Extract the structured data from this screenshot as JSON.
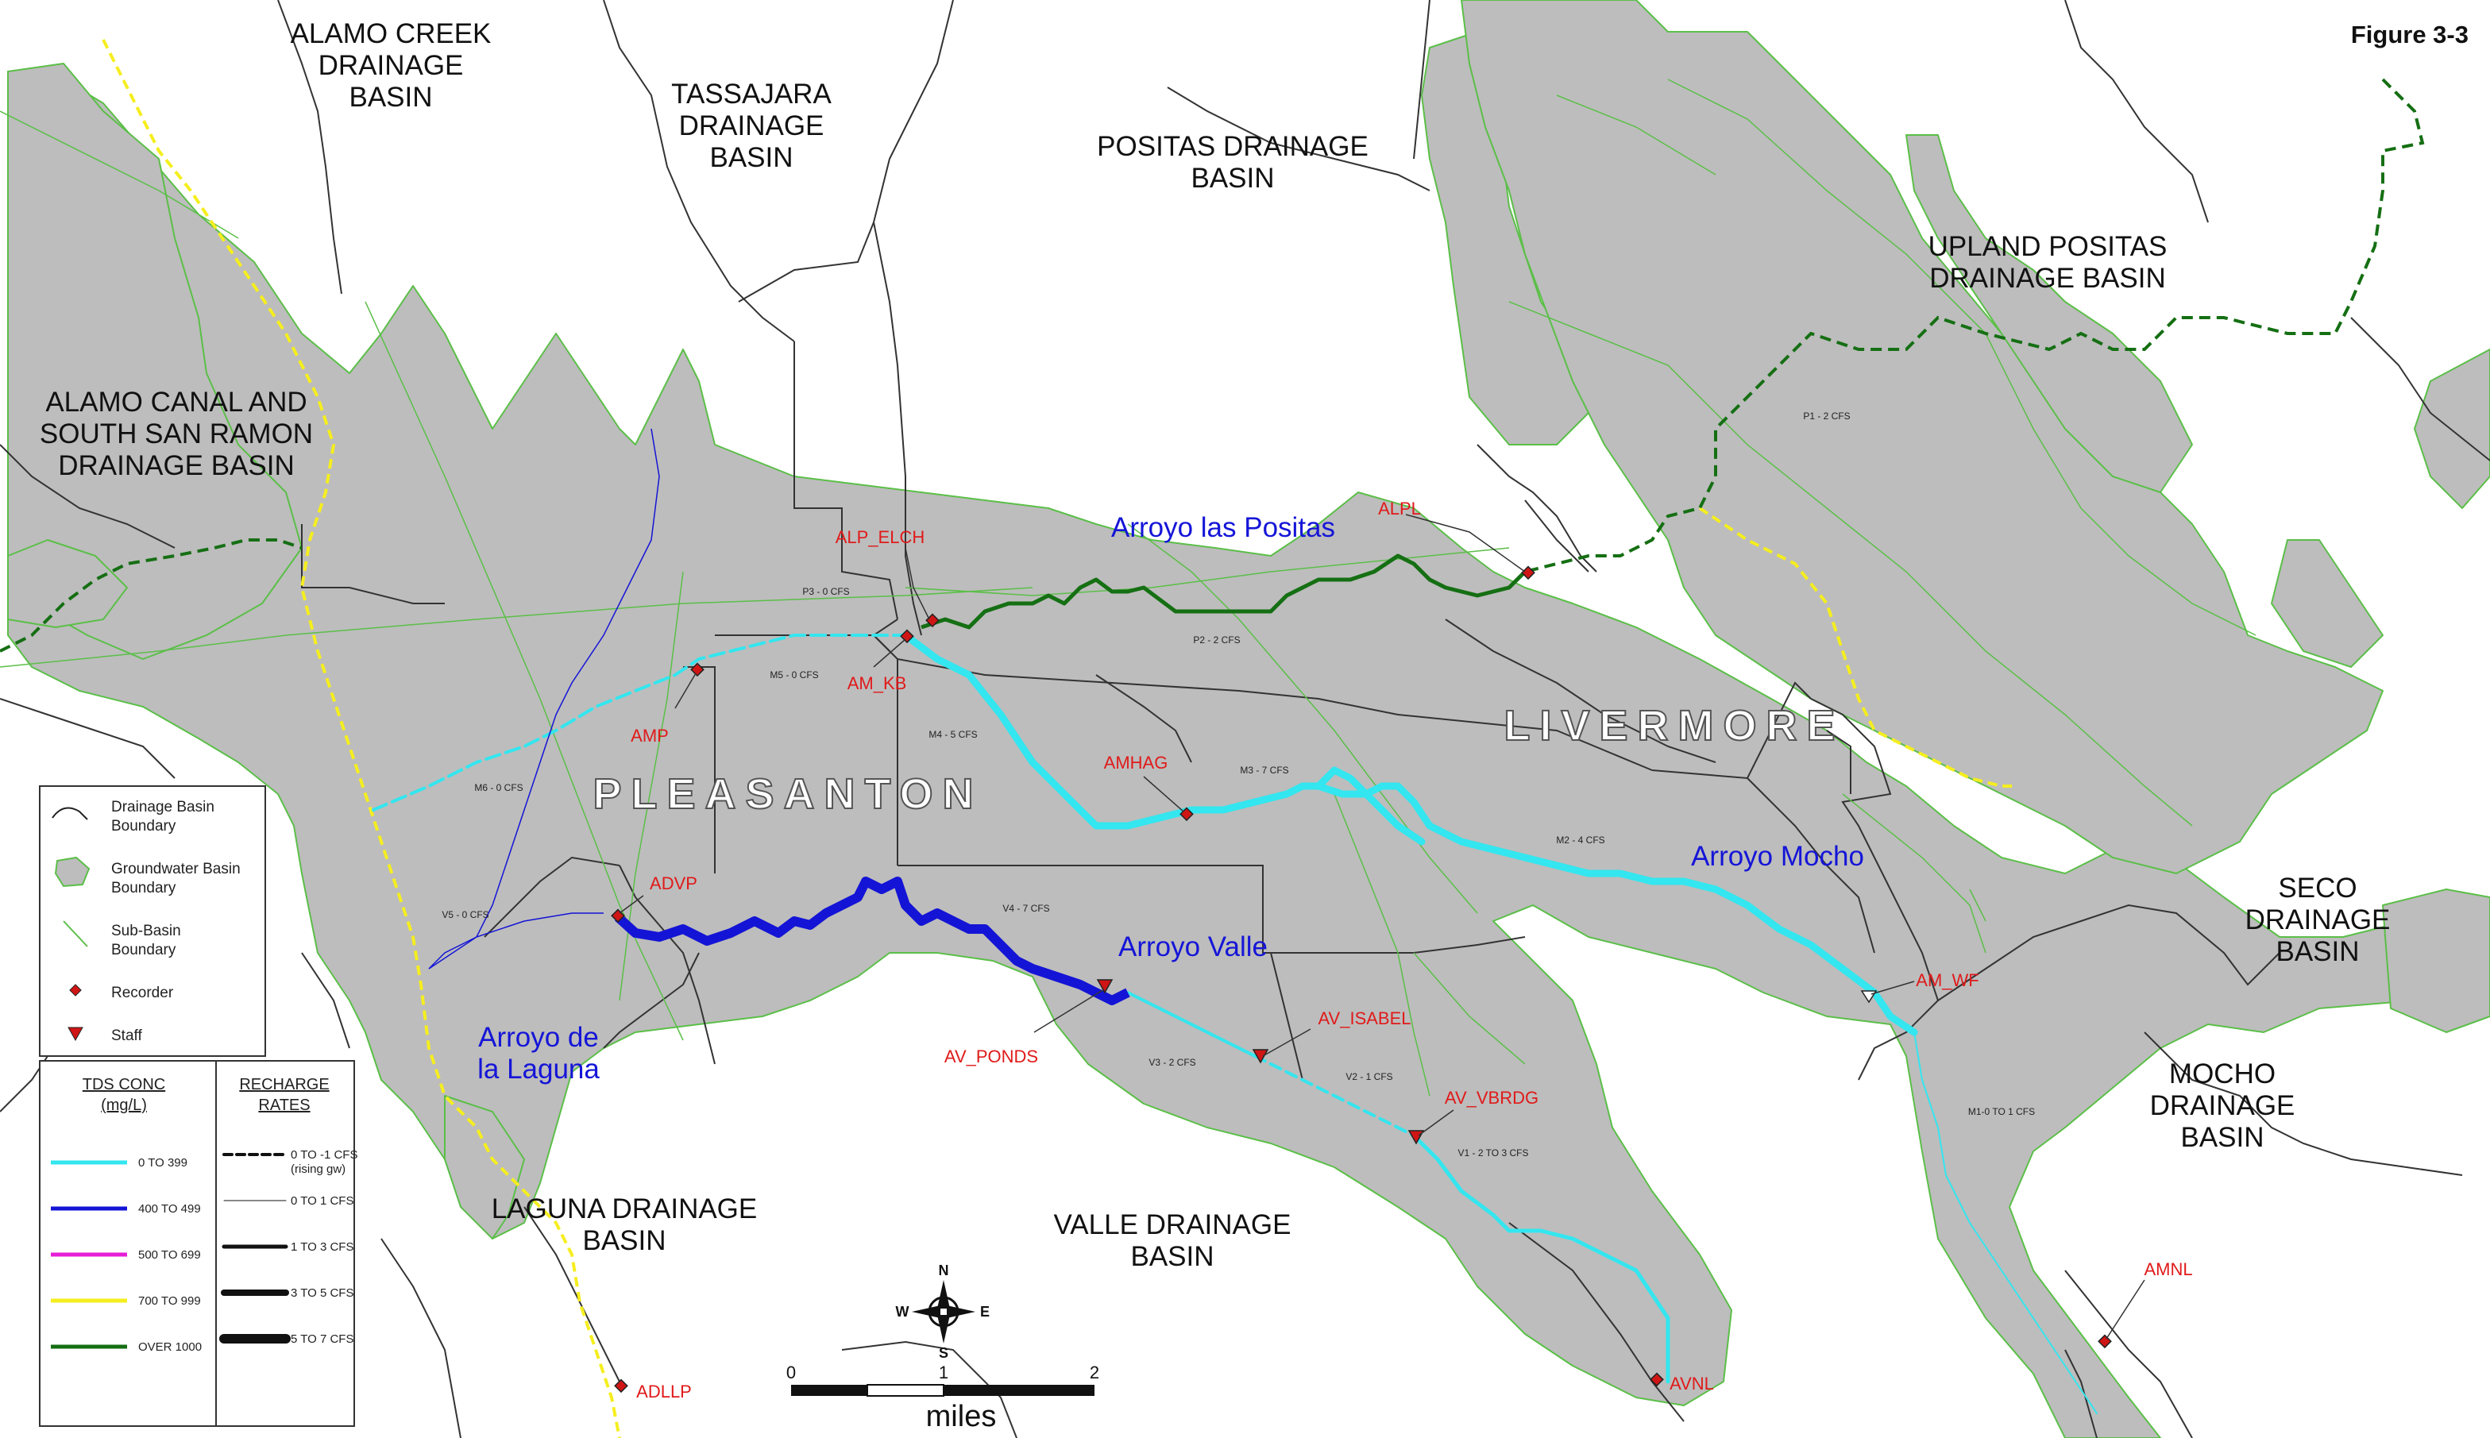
{
  "figure_label": "Figure 3-3",
  "basins": [
    {
      "lines": [
        "ALAMO CREEK",
        "DRAINAGE",
        "BASIN"
      ]
    },
    {
      "lines": [
        "TASSAJARA",
        "DRAINAGE",
        "BASIN"
      ]
    },
    {
      "lines": [
        "POSITAS DRAINAGE",
        "BASIN"
      ]
    },
    {
      "lines": [
        "UPLAND POSITAS",
        "DRAINAGE BASIN"
      ]
    },
    {
      "lines": [
        "ALAMO CANAL AND",
        "SOUTH SAN RAMON",
        "DRAINAGE BASIN"
      ]
    },
    {
      "lines": [
        "SECO",
        "DRAINAGE",
        "BASIN"
      ]
    },
    {
      "lines": [
        "MOCHO",
        "DRAINAGE",
        "BASIN"
      ]
    },
    {
      "lines": [
        "LAGUNA DRAINAGE",
        "BASIN"
      ]
    },
    {
      "lines": [
        "VALLE DRAINAGE",
        "BASIN"
      ]
    }
  ],
  "streams": [
    {
      "lines": [
        "Arroyo las Positas"
      ]
    },
    {
      "lines": [
        "Arroyo Mocho"
      ]
    },
    {
      "lines": [
        "Arroyo Valle"
      ]
    },
    {
      "lines": [
        "Arroyo de",
        "la Laguna"
      ]
    }
  ],
  "cities": [
    "PLEASANTON",
    "LIVERMORE"
  ],
  "stations": [
    "ALP_ELCH",
    "ALPL",
    "AM_KB",
    "AMP",
    "AMHAG",
    "ADVP",
    "AV_PONDS",
    "AV_ISABEL",
    "AV_VBRDG",
    "AM_WF",
    "AMNL",
    "AVNL",
    "ADLLP"
  ],
  "subbasin_labels": [
    "P3 - 0 CFS",
    "P2 - 2 CFS",
    "P1 - 2 CFS",
    "M5 - 0 CFS",
    "M4 - 5 CFS",
    "M3 - 7 CFS",
    "M2 - 4 CFS",
    "M6 - 0 CFS",
    "V5 - 0 CFS",
    "V4 - 7 CFS",
    "V3 - 2 CFS",
    "V2 - 1 CFS",
    "V1 - 2 TO 3 CFS",
    "M1-0 TO 1 CFS"
  ],
  "legend": {
    "items": [
      {
        "label": [
          "Drainage Basin",
          "Boundary"
        ],
        "icon": "drainage-boundary-icon"
      },
      {
        "label": [
          "Groundwater Basin",
          "Boundary"
        ],
        "icon": "groundwater-boundary-icon"
      },
      {
        "label": [
          "Sub-Basin",
          "Boundary"
        ],
        "icon": "subbasin-boundary-icon"
      },
      {
        "label": [
          "Recorder"
        ],
        "icon": "recorder-diamond-icon"
      },
      {
        "label": [
          "Staff"
        ],
        "icon": "staff-triangle-icon"
      }
    ],
    "tds_header": [
      "TDS CONC",
      "(mg/L)"
    ],
    "tds": [
      {
        "label": "0 TO 399",
        "color": "#33e6ef"
      },
      {
        "label": "400 TO 499",
        "color": "#1414d6"
      },
      {
        "label": "500 TO 699",
        "color": "#e61ed7"
      },
      {
        "label": "700 TO 999",
        "color": "#f5ee1f"
      },
      {
        "label": "OVER 1000",
        "color": "#156f13"
      }
    ],
    "recharge_header": [
      "RECHARGE",
      "RATES"
    ],
    "recharge": [
      {
        "label": [
          "0 TO -1 CFS",
          "(rising gw)"
        ],
        "width": 4,
        "dashed": true
      },
      {
        "label": [
          "0 TO 1 CFS"
        ],
        "width": 1,
        "dashed": false
      },
      {
        "label": [
          "1 TO 3 CFS"
        ],
        "width": 5,
        "dashed": false
      },
      {
        "label": [
          "3 TO 5 CFS"
        ],
        "width": 8,
        "dashed": false
      },
      {
        "label": [
          "5 TO 7 CFS"
        ],
        "width": 12,
        "dashed": false
      }
    ]
  },
  "scale": {
    "ticks": [
      "0",
      "1",
      "2"
    ],
    "unit": "miles"
  },
  "compass": {
    "n": "N",
    "s": "S",
    "e": "E",
    "w": "W"
  },
  "colors": {
    "groundwater_fill": "#bdbdbd",
    "groundwater_edge": "#5bbf48",
    "recorder": "#d01515",
    "label_red": "#e01a1a"
  }
}
